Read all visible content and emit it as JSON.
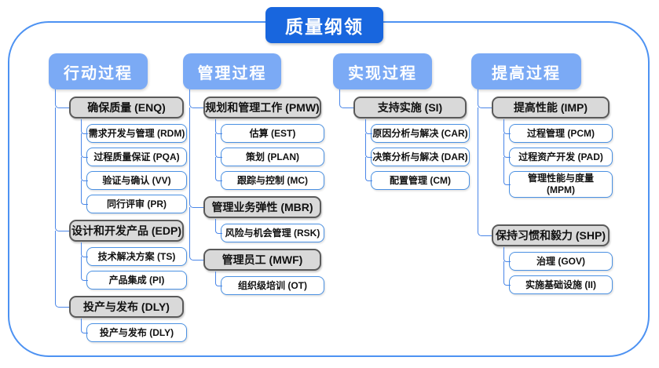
{
  "title": "质量纲领",
  "colors": {
    "title_bg": "#1866de",
    "header_bg": "#7baaf5",
    "frame_border": "#4d92f2",
    "connector": "#4a86e8",
    "section_fill": "#d9d9d9",
    "section_border": "#5a5a5a",
    "item_border": "#4a90e2",
    "header_text": "#ffffff",
    "box_text": "#111111"
  },
  "columns": [
    {
      "header": "行动过程",
      "sections": [
        {
          "label": "确保质量 (ENQ)",
          "items": [
            "需求开发与管理 (RDM)",
            "过程质量保证 (PQA)",
            "验证与确认 (VV)",
            "同行评审 (PR)"
          ]
        },
        {
          "label": "设计和开发产品 (EDP)",
          "items": [
            "技术解决方案 (TS)",
            "产品集成 (PI)"
          ]
        },
        {
          "label": "投产与发布 (DLY)",
          "items": [
            "投产与发布 (DLY)"
          ]
        }
      ]
    },
    {
      "header": "管理过程",
      "sections": [
        {
          "label": "规划和管理工作 (PMW)",
          "items": [
            "估算 (EST)",
            "策划 (PLAN)",
            "跟踪与控制 (MC)"
          ]
        },
        {
          "label": "管理业务弹性 (MBR)",
          "items": [
            "风险与机会管理 (RSK)"
          ]
        },
        {
          "label": "管理员工 (MWF)",
          "items": [
            "组织级培训 (OT)"
          ]
        }
      ]
    },
    {
      "header": "实现过程",
      "sections": [
        {
          "label": "支持实施 (SI)",
          "items": [
            "原因分析与解决 (CAR)",
            "决策分析与解决 (DAR)",
            "配置管理 (CM)"
          ]
        }
      ]
    },
    {
      "header": "提高过程",
      "sections": [
        {
          "label": "提高性能 (IMP)",
          "items": [
            "过程管理 (PCM)",
            "过程资产开发 (PAD)",
            "管理性能与度量\n(MPM)"
          ]
        },
        {
          "label": "保持习惯和毅力 (SHP)",
          "items": [
            "治理 (GOV)",
            "实施基础设施 (II)"
          ]
        }
      ]
    }
  ]
}
